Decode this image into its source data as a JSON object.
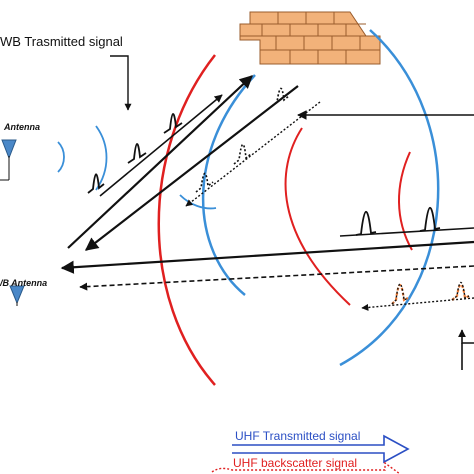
{
  "labels": {
    "uwb_transmitted_signal": "WB Trasmitted signal",
    "tx_antenna": "Antenna",
    "rx_antenna": "/B Antenna",
    "uhf_transmitted_signal": "UHF Transmitted signal",
    "uhf_backscatter_signal": "UHF backscatter signal"
  },
  "colors": {
    "red_wave": "#e02020",
    "blue_wave": "#3a8fd8",
    "antenna": "#4a88c8",
    "brick": "#f2b27a",
    "brick_edge": "#9a5c2c",
    "uhf_tx_label": "#2b4fc4",
    "uhf_tx_arrow": "#2b4fc4",
    "uhf_bs_label": "#e02020",
    "backscatter_pulse": "#f07f3a",
    "line": "#111111"
  },
  "icons": {
    "wall": "brick-wall-icon",
    "tx_antenna": "antenna-icon",
    "rx_antenna": "antenna-icon"
  }
}
